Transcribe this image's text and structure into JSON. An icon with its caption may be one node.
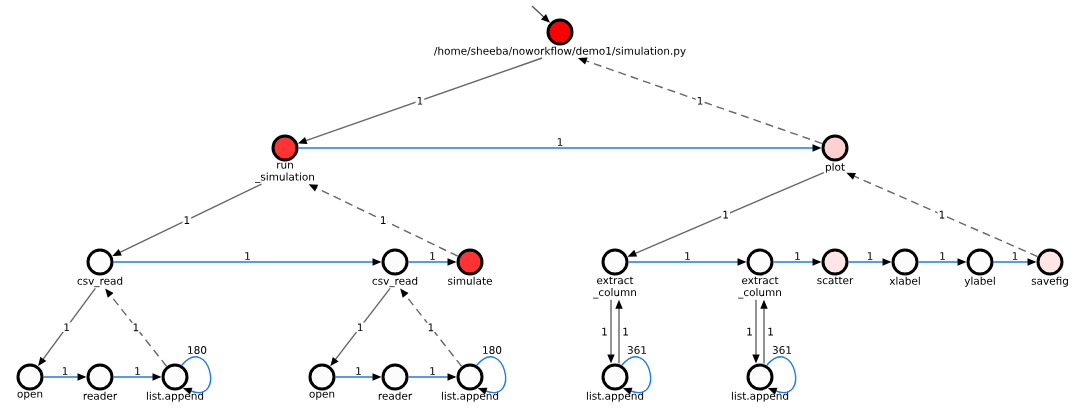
{
  "diagram": {
    "nodes": [
      {
        "text": [
          "/home/sheeba/noworkflow/demo1/simulation.py"
        ]
      },
      {
        "text": [
          "run _simulation"
        ]
      },
      {
        "text": [
          "plot"
        ]
      },
      {
        "text": [
          "csv_read"
        ]
      },
      {
        "text": [
          "csv_read"
        ]
      },
      {
        "text": [
          "simulate"
        ]
      },
      {
        "text": [
          "extract _column"
        ]
      },
      {
        "text": [
          "extract _column"
        ]
      },
      {
        "text": [
          "scatter"
        ]
      },
      {
        "text": [
          "xlabel"
        ]
      },
      {
        "text": [
          "ylabel"
        ]
      },
      {
        "text": [
          "savefig"
        ]
      },
      {
        "text": [
          "open"
        ]
      },
      {
        "text": [
          "reader"
        ]
      },
      {
        "text": [
          "list.append"
        ]
      },
      {
        "text": [
          "open"
        ]
      },
      {
        "text": [
          "reader"
        ]
      },
      {
        "text": [
          "list.append"
        ]
      },
      {
        "text": [
          "list.append"
        ]
      },
      {
        "text": [
          "list.append"
        ]
      }
    ],
    "edges": [
      {
        "from": null,
        "to": 0,
        "arrow": "to",
        "color": "#555555"
      },
      {
        "from": 0,
        "to": 1,
        "arrow": "to",
        "label": "1",
        "color": "#666666"
      },
      {
        "from": 2,
        "to": 0,
        "arrow": "to",
        "label": "1",
        "style": "dashed",
        "color": "#666666"
      },
      {
        "from": 1,
        "to": 2,
        "arrow": "to",
        "label": "1"
      },
      {
        "from": 1,
        "to": 3,
        "arrow": "to",
        "label": "1",
        "color": "#666666"
      },
      {
        "from": 5,
        "to": 1,
        "arrow": "to",
        "label": "1",
        "style": "dashed",
        "color": "#666666"
      },
      {
        "from": 3,
        "to": 4,
        "arrow": "to",
        "label": "1"
      },
      {
        "from": 4,
        "to": 5,
        "arrow": "to",
        "label": "1"
      },
      {
        "from": 2,
        "to": 6,
        "arrow": "to",
        "label": "1",
        "color": "#666666"
      },
      {
        "from": 11,
        "to": 2,
        "arrow": "to",
        "label": "1",
        "style": "dashed",
        "color": "#666666"
      },
      {
        "from": 6,
        "to": 7,
        "arrow": "to",
        "label": "1"
      },
      {
        "from": 7,
        "to": 8,
        "arrow": "to",
        "label": "1"
      },
      {
        "from": 8,
        "to": 9,
        "arrow": "to",
        "label": "1"
      },
      {
        "from": 9,
        "to": 10,
        "arrow": "to",
        "label": "1"
      },
      {
        "from": 10,
        "to": 11,
        "arrow": "to",
        "label": "1"
      },
      {
        "from": 3,
        "to": 12,
        "arrow": "to",
        "label": "1",
        "color": "#666666"
      },
      {
        "from": 14,
        "to": 3,
        "arrow": "to",
        "label": "1",
        "style": "dashed",
        "color": "#666666"
      },
      {
        "from": 12,
        "to": 13,
        "arrow": "to",
        "label": "1"
      },
      {
        "from": 13,
        "to": 14,
        "arrow": "to",
        "label": "1"
      },
      {
        "from": 14,
        "to": 14,
        "arrow": "to",
        "label": "180"
      },
      {
        "from": 4,
        "to": 15,
        "arrow": "to",
        "label": "1",
        "color": "#666666"
      },
      {
        "from": 17,
        "to": 4,
        "arrow": "to",
        "label": "1",
        "style": "dashed",
        "color": "#666666"
      },
      {
        "from": 15,
        "to": 16,
        "arrow": "to",
        "label": "1"
      },
      {
        "from": 16,
        "to": 17,
        "arrow": "to",
        "label": "1"
      },
      {
        "from": 17,
        "to": 17,
        "arrow": "to",
        "label": "180"
      },
      {
        "from": 6,
        "to": 18,
        "arrow": "to",
        "label": "1",
        "color": "#666666"
      },
      {
        "from": 18,
        "to": 6,
        "arrow": "to",
        "label": "1",
        "color": "#666666"
      },
      {
        "from": 18,
        "to": 18,
        "arrow": "to",
        "label": "361"
      },
      {
        "from": 7,
        "to": 19,
        "arrow": "to",
        "label": "1",
        "color": "#666666"
      },
      {
        "from": 19,
        "to": 7,
        "arrow": "to",
        "label": "1",
        "color": "#666666"
      },
      {
        "from": 19,
        "to": 19,
        "arrow": "to",
        "label": "361"
      }
    ]
  }
}
